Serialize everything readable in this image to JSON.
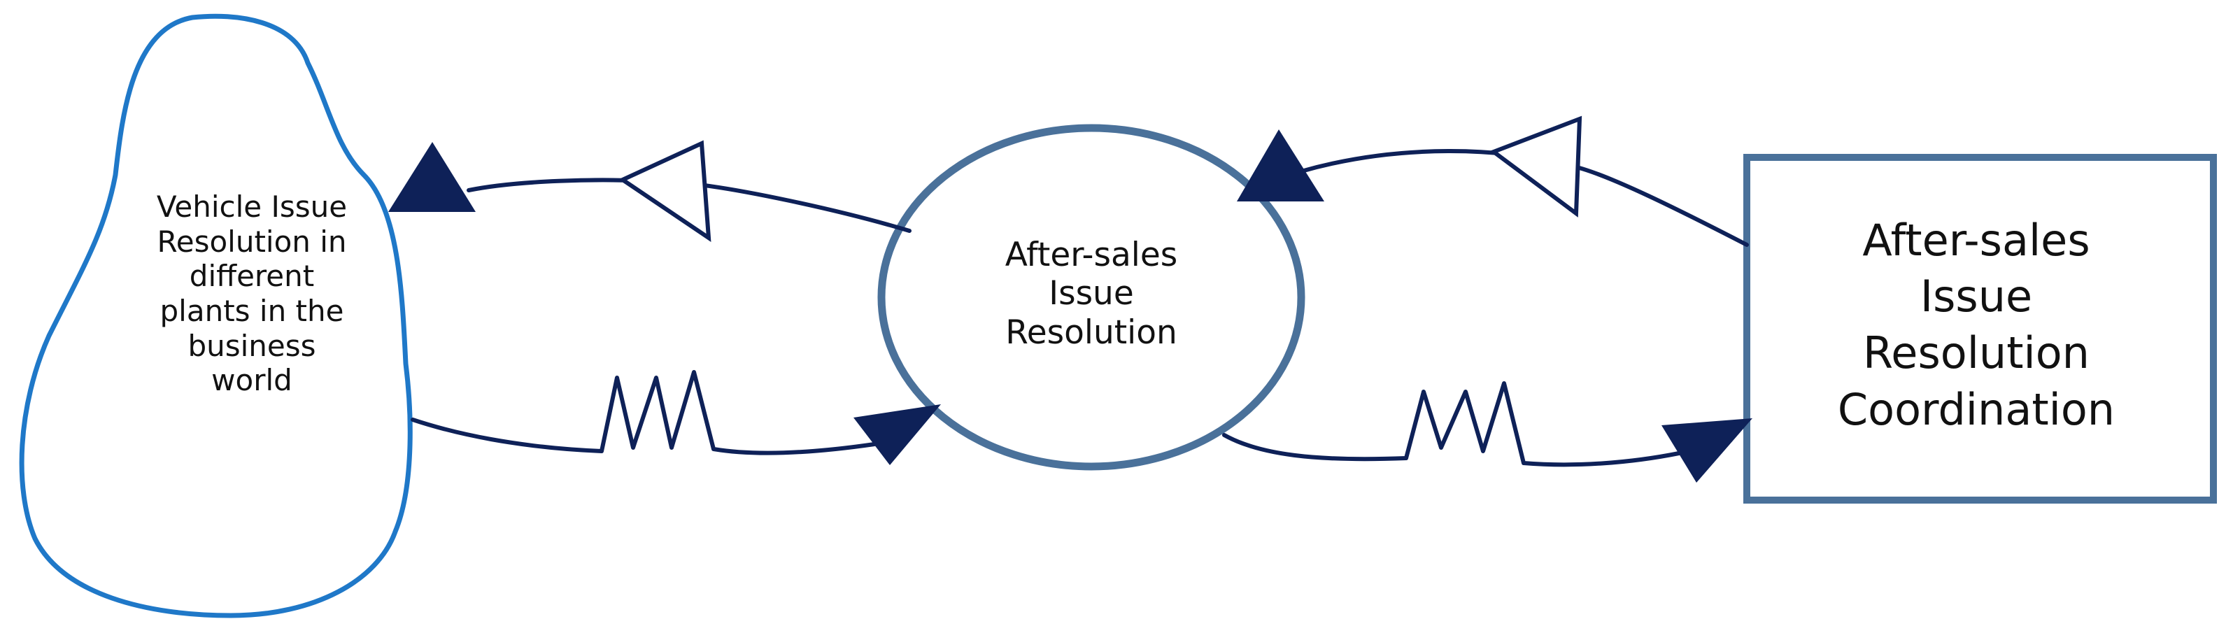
{
  "diagram": {
    "environment": {
      "lines": [
        "Vehicle Issue",
        "Resolution in",
        "different",
        "plants in the",
        "business",
        "world"
      ],
      "outline_color": "#1f78c8"
    },
    "system_one": {
      "lines": [
        "After-sales",
        "Issue",
        "Resolution"
      ],
      "outline_color": "#4a719a"
    },
    "meta_system": {
      "lines": [
        "After-sales",
        "Issue",
        "Resolution",
        "Coordination"
      ],
      "outline_color": "#4a719a"
    },
    "connector_color": "#0e2158"
  }
}
